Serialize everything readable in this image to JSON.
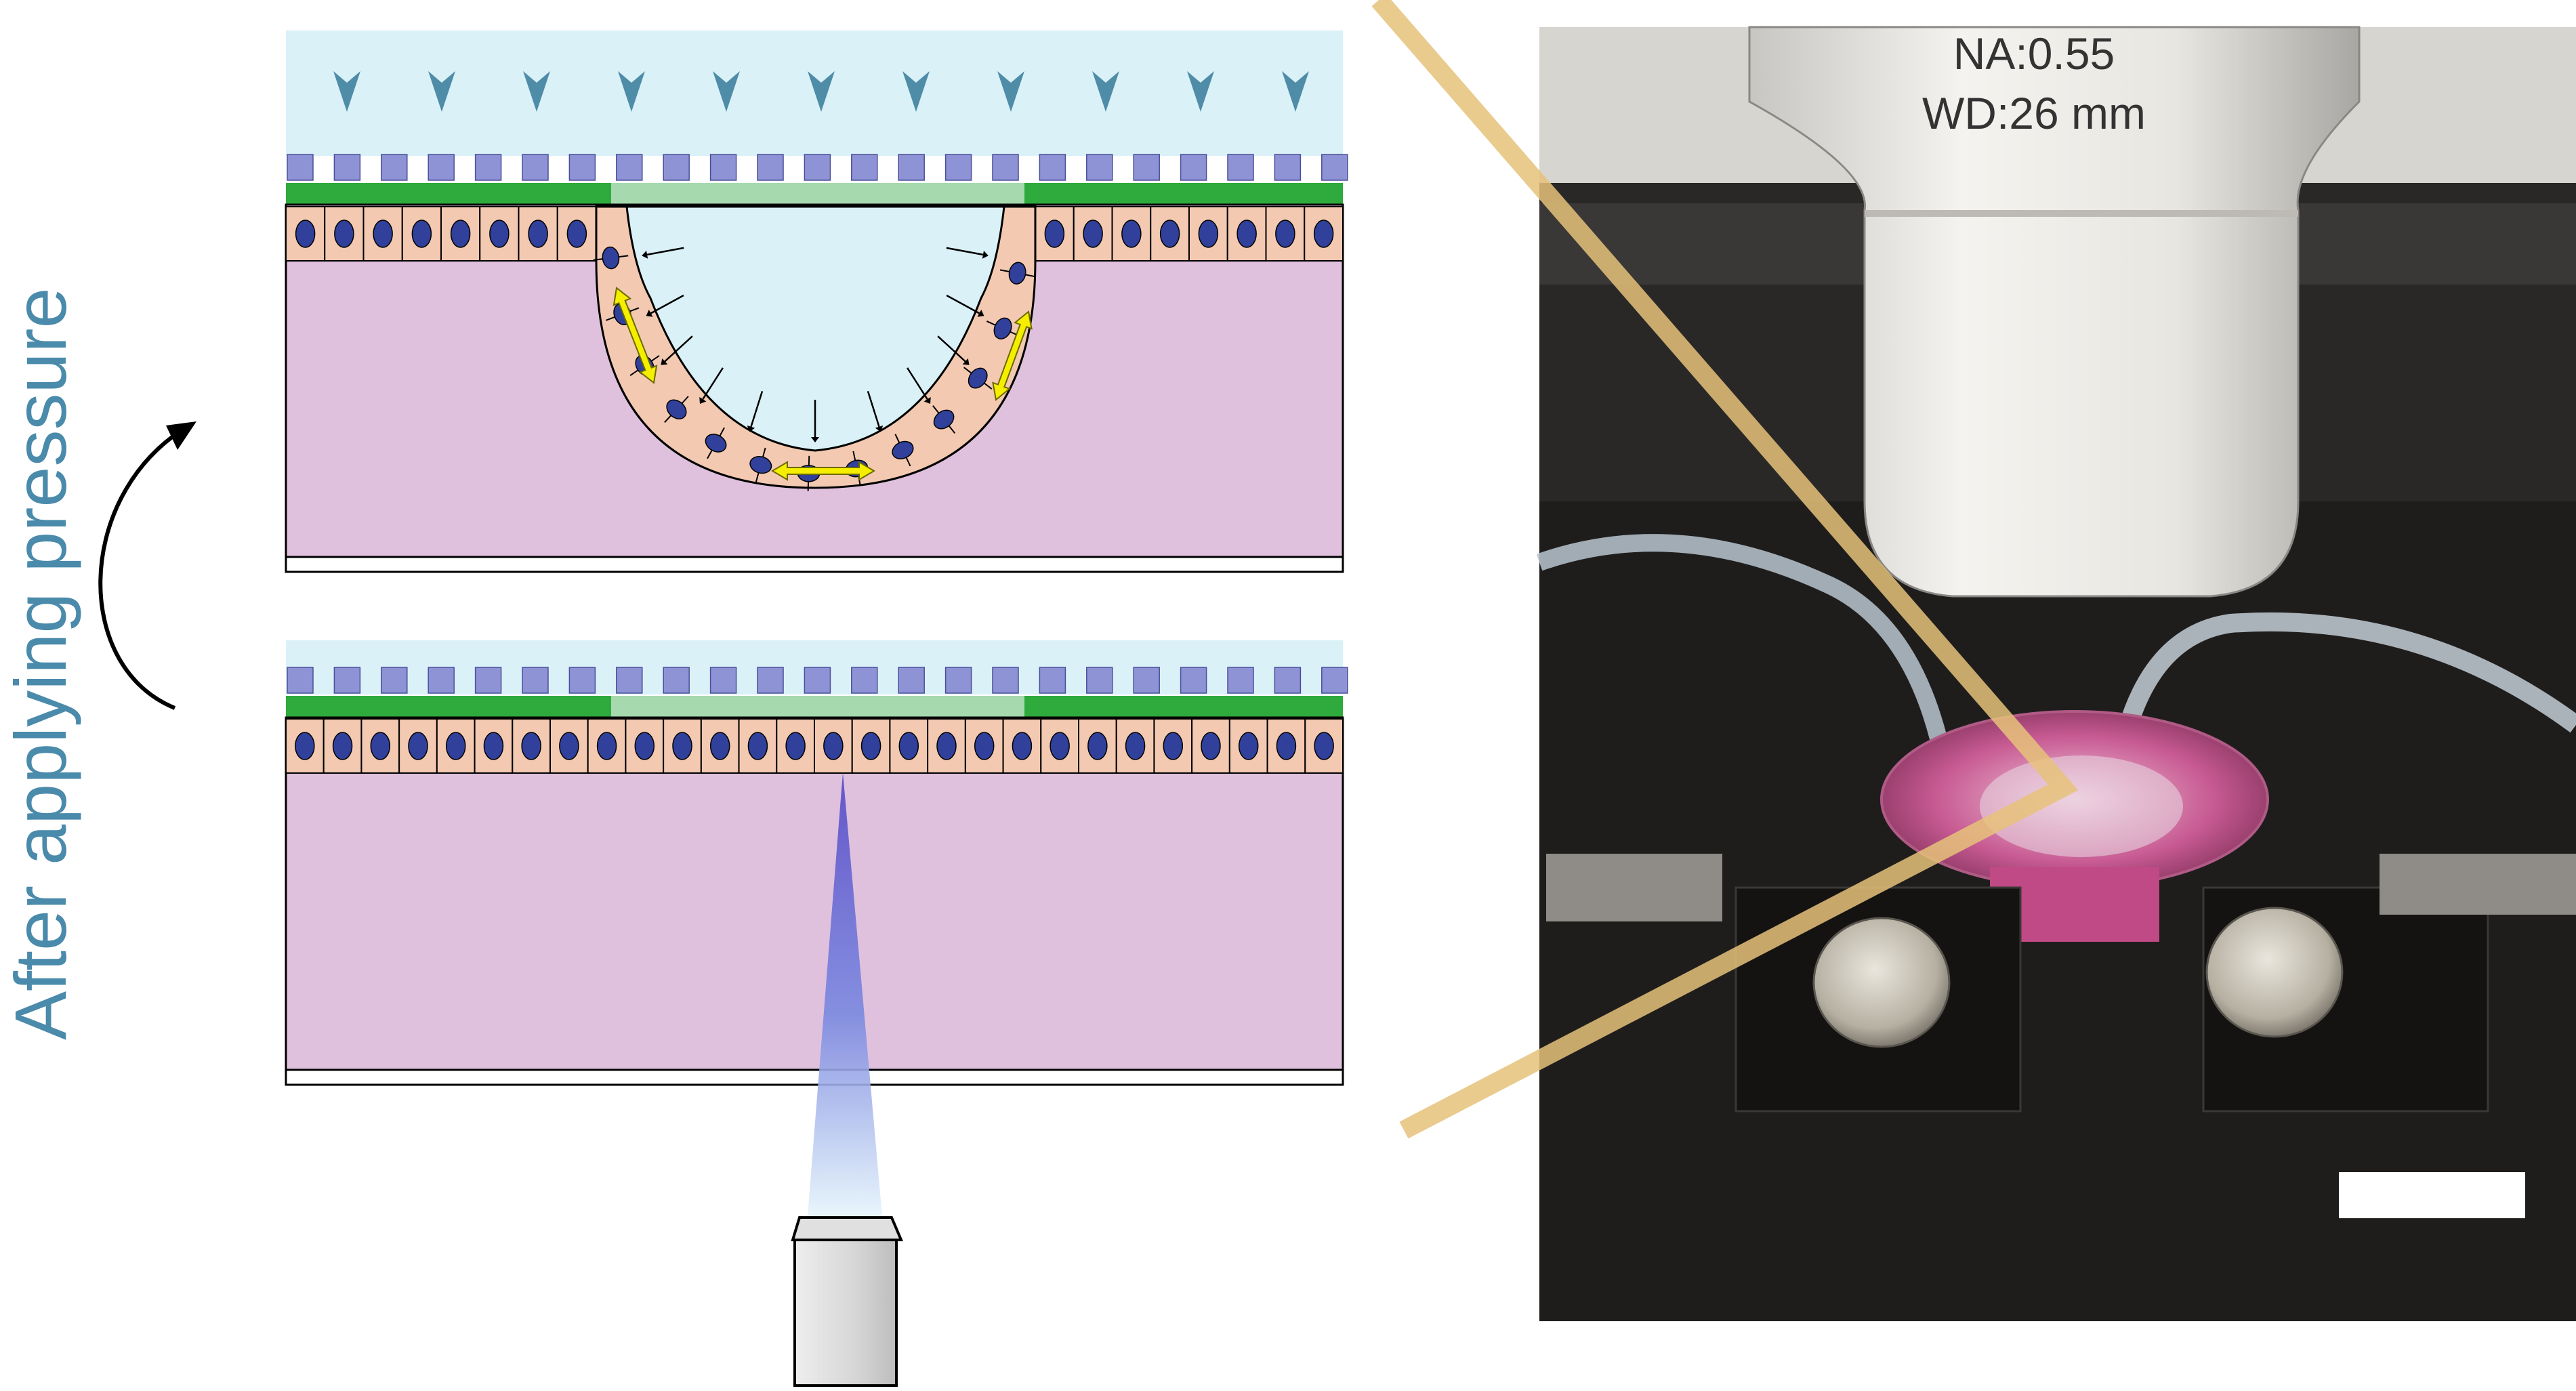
{
  "side_label": "After applying pressure",
  "photo": {
    "objective_na": "NA:0.55",
    "objective_wd": "WD:26 mm"
  },
  "colors": {
    "label_blue": "#4a8aab",
    "fluid_top": "#daf1f8",
    "channel_squares": "#8e93d6",
    "green_membrane": "#2faa3c",
    "green_membrane_light": "#a6d9ae",
    "cell_fill": "#f3c9b1",
    "nucleus": "#31409a",
    "tissue_purple": "#e0c1dd",
    "arrow_blue": "#4f8ca7",
    "yellow_arrow": "#f5ee00",
    "highlight_line": "#e6c27a",
    "objective_gray": "#d6d6d6"
  },
  "icons": [
    "flow-arrow-icon",
    "curved-arrow-icon",
    "objective-icon",
    "excitation-beam"
  ]
}
